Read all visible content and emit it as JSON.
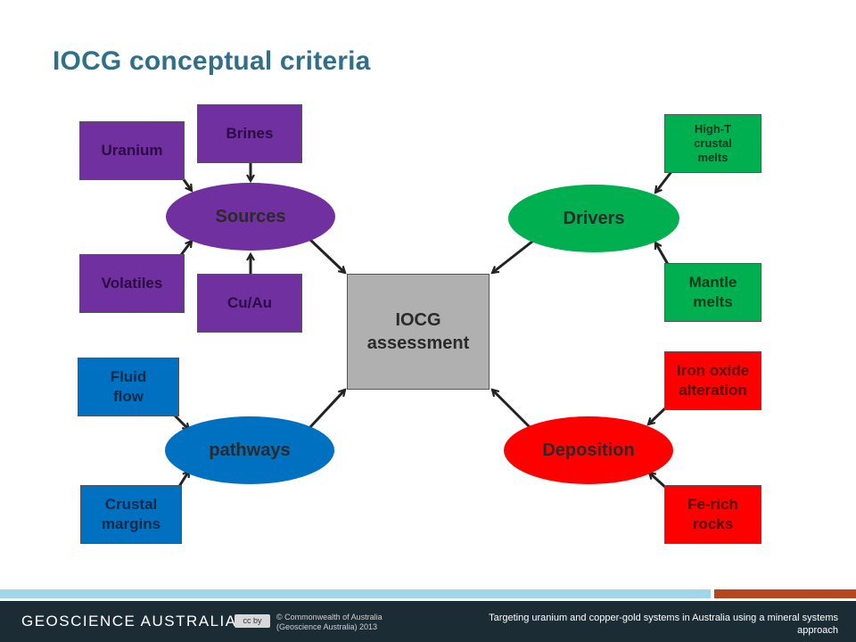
{
  "title": "IOCG conceptual criteria",
  "nodes": {
    "brines": "Brines",
    "uranium": "Uranium",
    "volatiles": "Volatiles",
    "cu_au": "Cu/Au",
    "sources": "Sources",
    "center": [
      "IOCG",
      "assessment"
    ],
    "drivers": "Drivers",
    "high_t": [
      "High-T",
      "crustal",
      "melts"
    ],
    "mantle": [
      "Mantle",
      "melts"
    ],
    "fluid_flow": [
      "Fluid",
      "flow"
    ],
    "pathways": "pathways",
    "crustal_margins": [
      "Crustal",
      "margins"
    ],
    "deposition": "Deposition",
    "iron_oxide": [
      "Iron oxide",
      "alteration"
    ],
    "fe_rich": [
      "Fe-rich",
      "rocks"
    ]
  },
  "footer": {
    "org": "GEOSCIENCE AUSTRALIA",
    "cc_badge": "cc by",
    "copyright": [
      "© Commonwealth of Australia",
      "(Geoscience Australia) 2013"
    ],
    "subtitle": [
      "Targeting uranium and copper-gold systems in Australia using a mineral systems",
      "approach"
    ]
  },
  "colors": {
    "title": "#2f6f8a",
    "purple": "#7030a0",
    "green": "#00b050",
    "blue": "#0070c0",
    "red": "#ff0000",
    "grey": "#b0b0b0",
    "footer_bg": "#1c2c35",
    "footer_stripe": "#9fd7e8",
    "footer_accent": "#b5461e"
  }
}
